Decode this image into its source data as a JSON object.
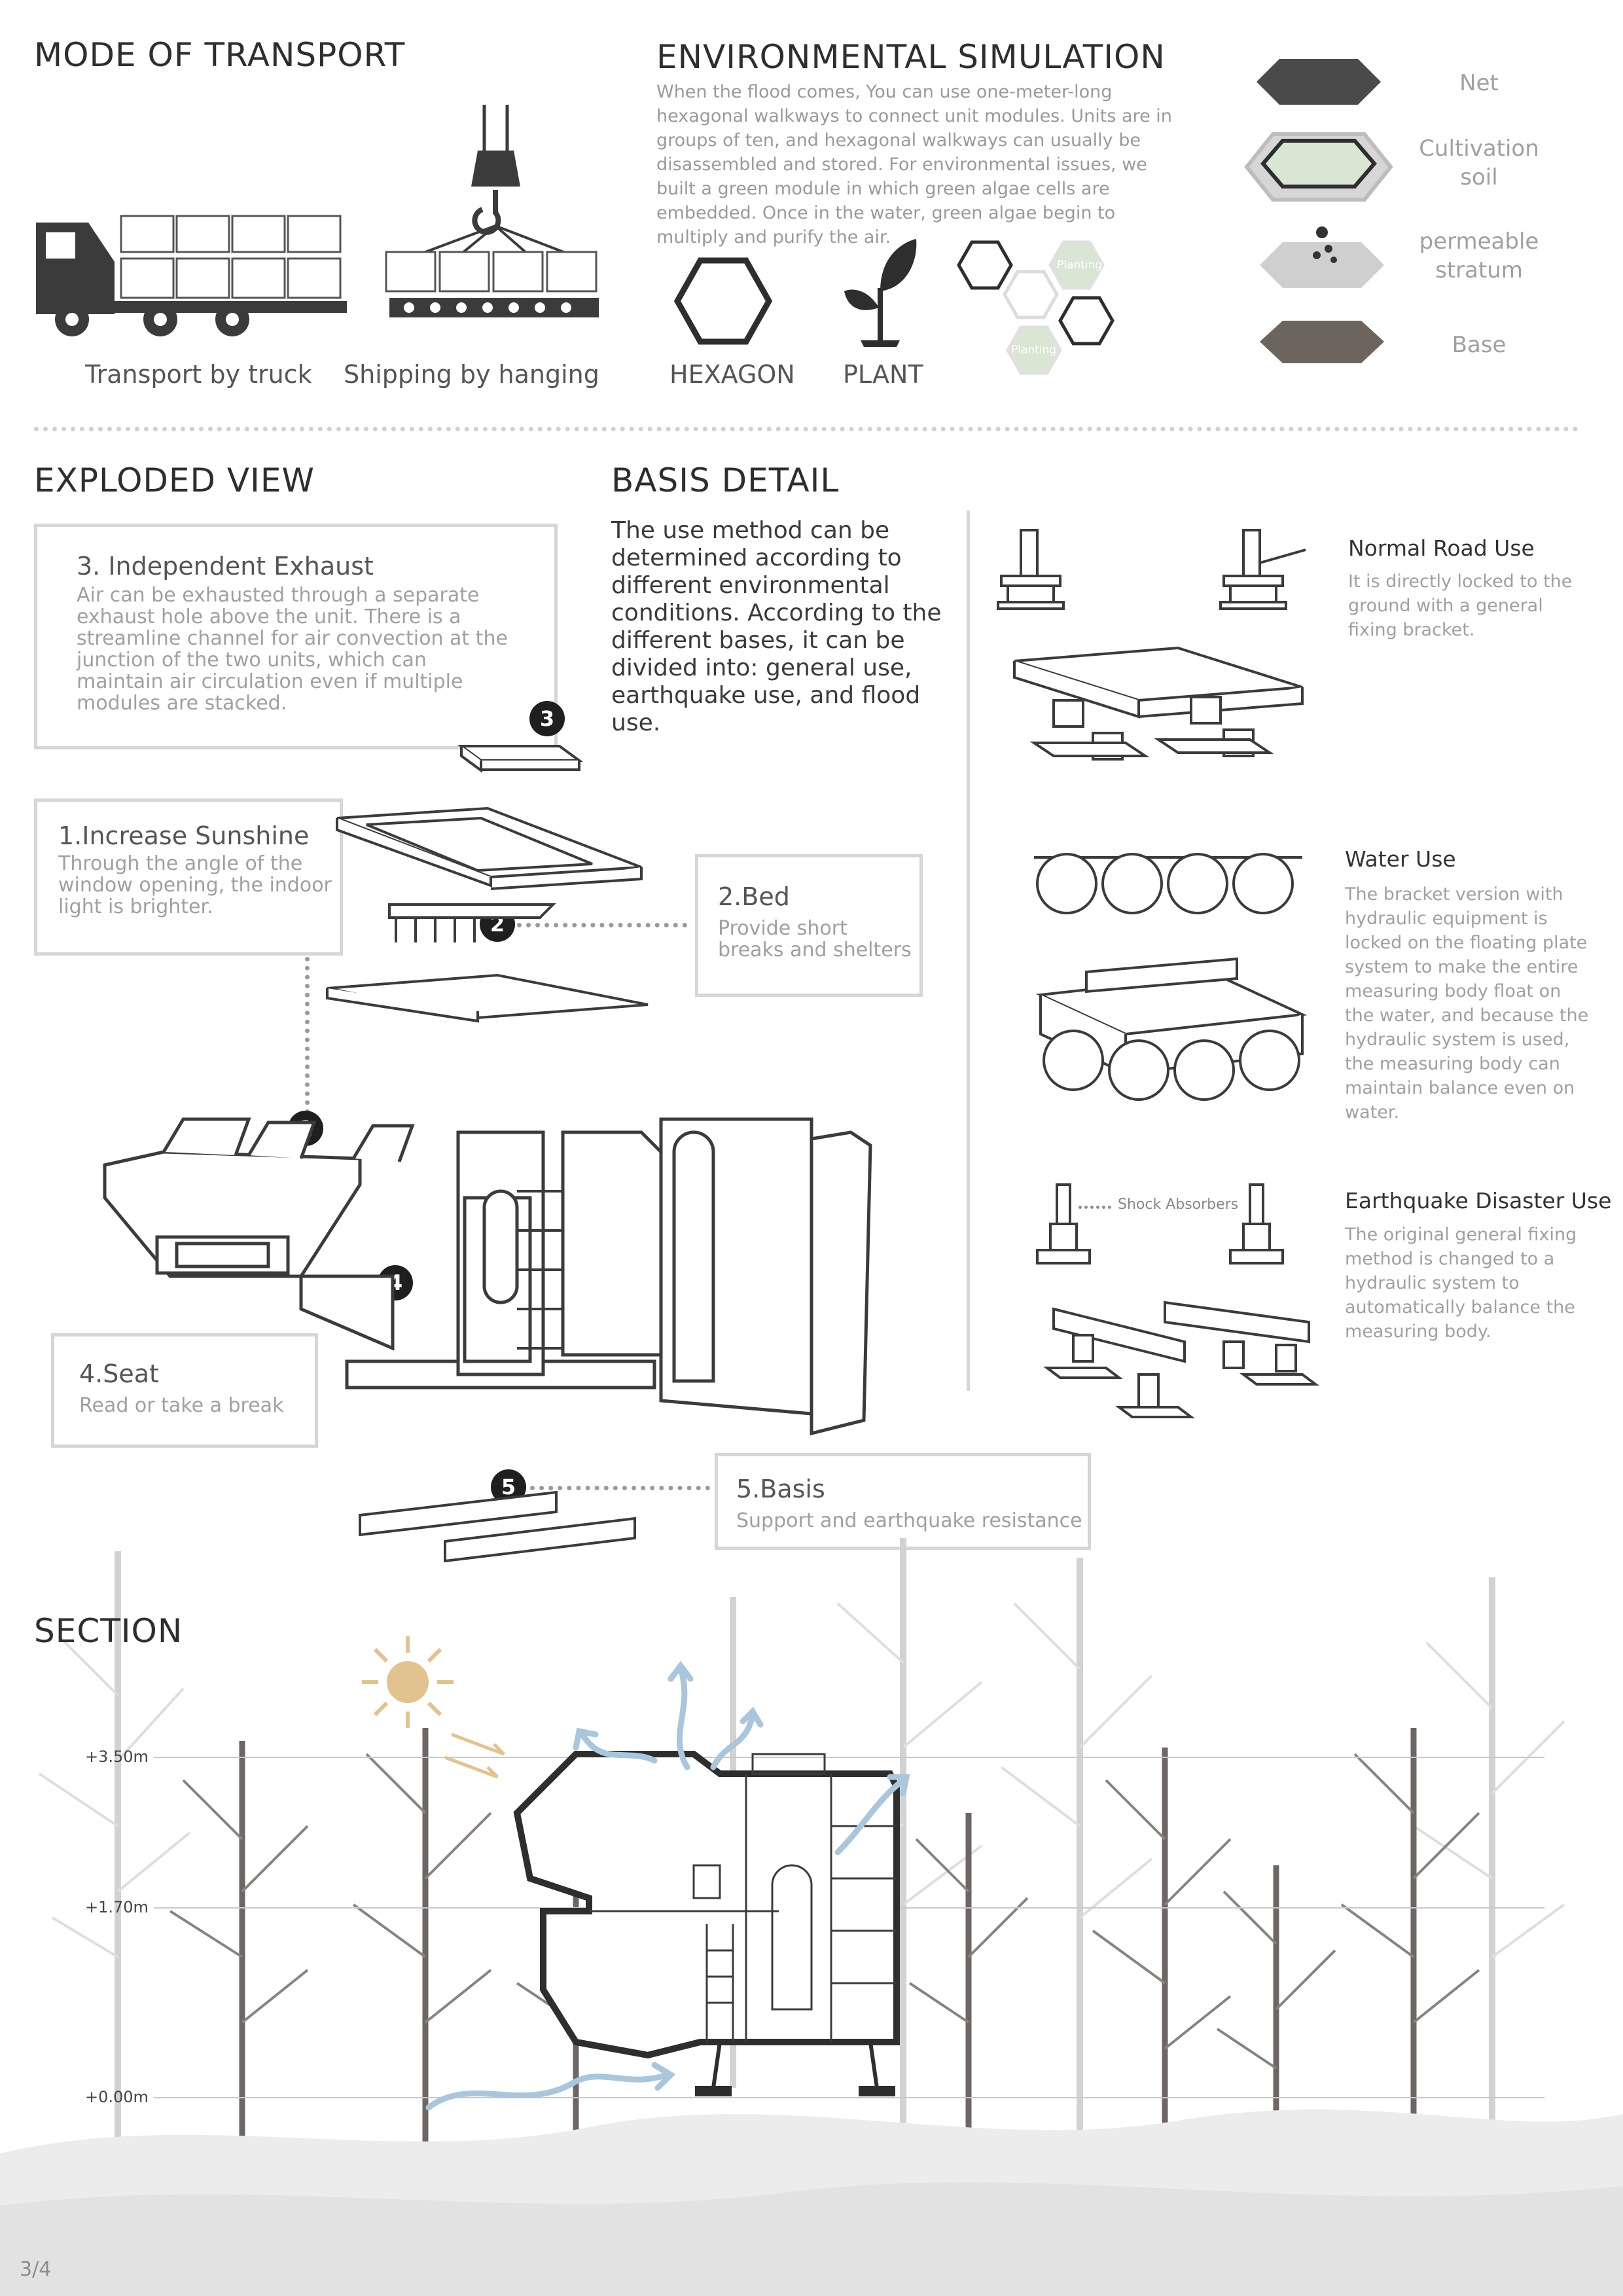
{
  "transport": {
    "title": "MODE OF TRANSPORT",
    "truck_caption": "Transport by truck",
    "hang_caption": "Shipping by hanging"
  },
  "env": {
    "title": "ENVIRONMENTAL  SIMULATION",
    "text": "When the flood comes, You can use one-meter-long hexagonal walkways to connect unit modules. Units are in groups of ten, and hexagonal walkways can usually be disassembled and stored. For environmental issues, we built a green module in which green algae cells are embedded. Once in the water, green algae begin to multiply and purify the air.",
    "hexagon_label": "HEXAGON",
    "plant_label": "PLANT",
    "planting_tag_1": "Planting",
    "planting_tag_2": "Planting",
    "layers": [
      "Net",
      "Cultivation soil",
      "permeable stratum",
      "Base"
    ]
  },
  "exploded": {
    "title": "EXPLODED VIEW",
    "items": {
      "exhaust": {
        "num": "3",
        "title": "3. Independent Exhaust",
        "desc": "Air can be exhausted through a separate exhaust hole above the unit. There is a streamline channel for air convection at the junction of the two units, which can maintain air circulation even if multiple modules are stacked."
      },
      "sunshine": {
        "num": "1",
        "title": "1.Increase Sunshine",
        "desc": "Through the angle of the window opening, the indoor light is brighter."
      },
      "bed": {
        "num": "2",
        "title": "2.Bed",
        "desc": "Provide short breaks and shelters"
      },
      "seat": {
        "num": "4",
        "title": "4.Seat",
        "desc": "Read or take a break"
      },
      "basis": {
        "num": "5",
        "title": "5.Basis",
        "desc": "Support and earthquake resistance"
      }
    }
  },
  "basis_detail": {
    "title": "BASIS  DETAIL",
    "text": "The use method can be determined according to different environmental conditions. According to the different bases, it can be divided into: general use, earthquake use, and flood use.",
    "normal": {
      "title": "Normal Road Use",
      "desc": "It is directly locked to the ground with a general fixing bracket."
    },
    "water": {
      "title": "Water Use",
      "desc": "The bracket version with hydraulic equipment is locked on the floating plate system to make the entire measuring body float on the water, and because the hydraulic system is used, the measuring body can maintain balance even on water."
    },
    "quake": {
      "title": "Earthquake Disaster Use",
      "desc": "The original general fixing method is changed to a hydraulic system to automatically balance the measuring body."
    },
    "shock_label": "Shock Absorbers"
  },
  "section": {
    "title": "SECTION",
    "levels": [
      "+3.50m",
      "+1.70m",
      "+0.00m"
    ]
  },
  "page_number": "3/4",
  "colors": {
    "sun": "#e2c28e",
    "airflow": "#a9c6dc",
    "green": "#d9e6d4",
    "dark": "#3b3b3b"
  }
}
